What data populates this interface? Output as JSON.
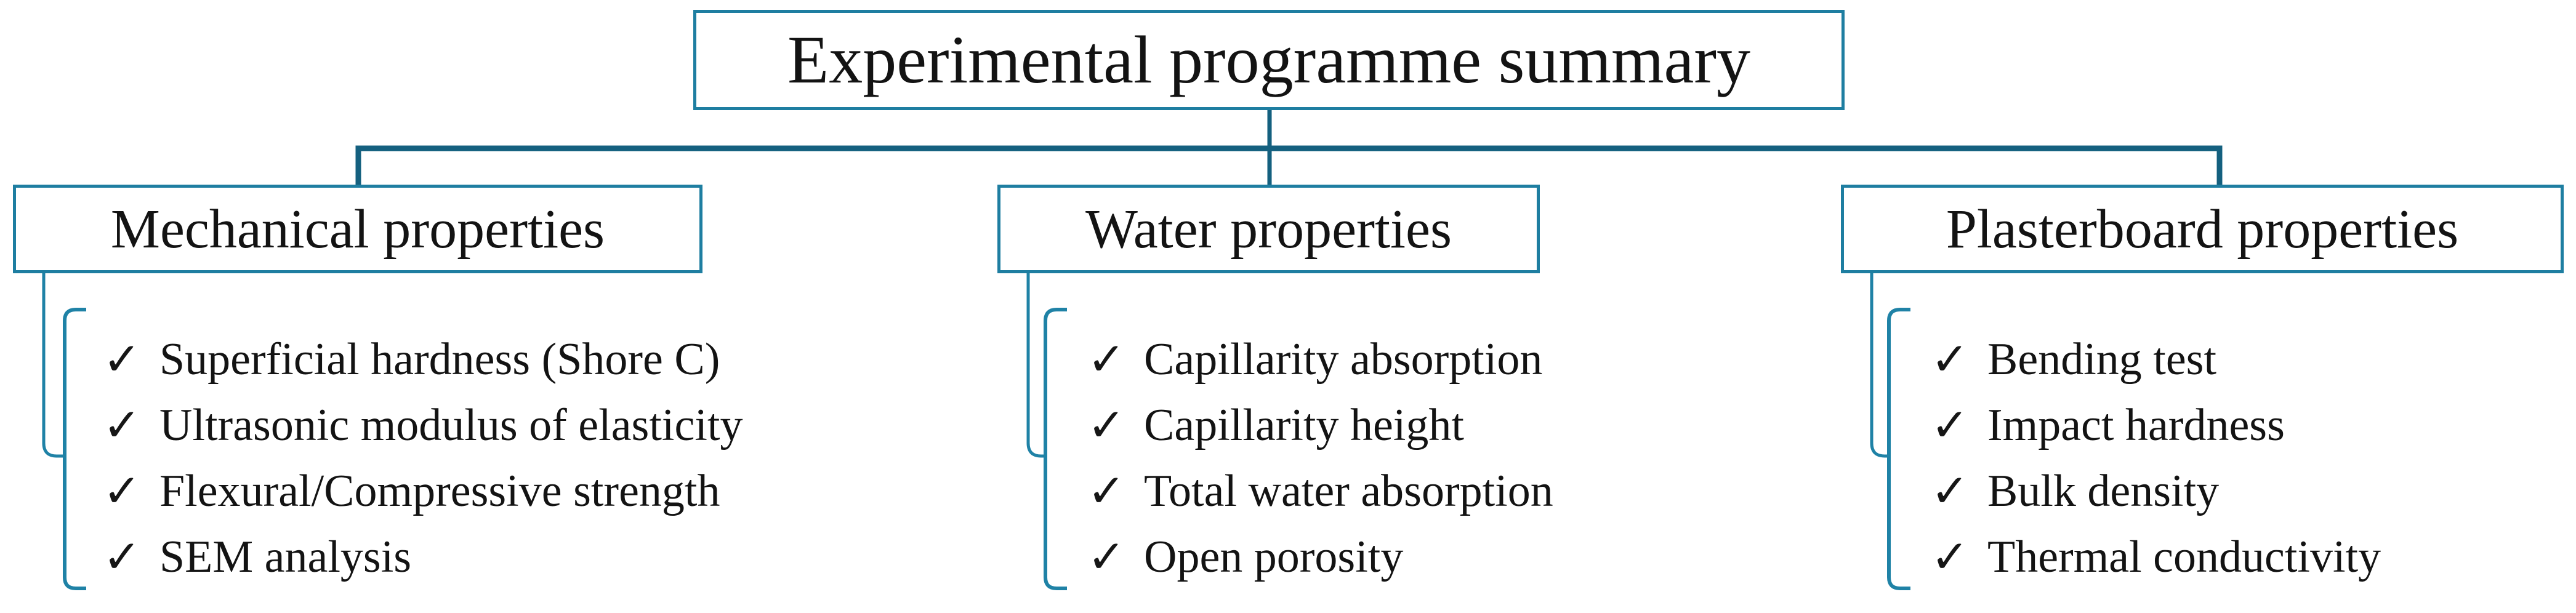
{
  "diagram": {
    "title": "Experimental programme summary",
    "checkmark": "✓",
    "columns": [
      {
        "label": "Mechanical properties",
        "items": [
          "Superficial hardness (Shore C)",
          "Ultrasonic modulus of elasticity",
          "Flexural/Compressive strength",
          "SEM analysis"
        ]
      },
      {
        "label": "Water properties",
        "items": [
          "Capillarity absorption",
          "Capillarity height",
          "Total water absorption",
          "Open porosity"
        ]
      },
      {
        "label": "Plasterboard properties",
        "items": [
          "Bending test",
          "Impact hardness",
          "Bulk density",
          "Thermal conductivity"
        ]
      }
    ],
    "colors": {
      "background": "#ffffff",
      "box_border": "#1e7ea1",
      "connector": "#14607f",
      "bracket": "#1f82a6",
      "text": "#131313"
    }
  }
}
